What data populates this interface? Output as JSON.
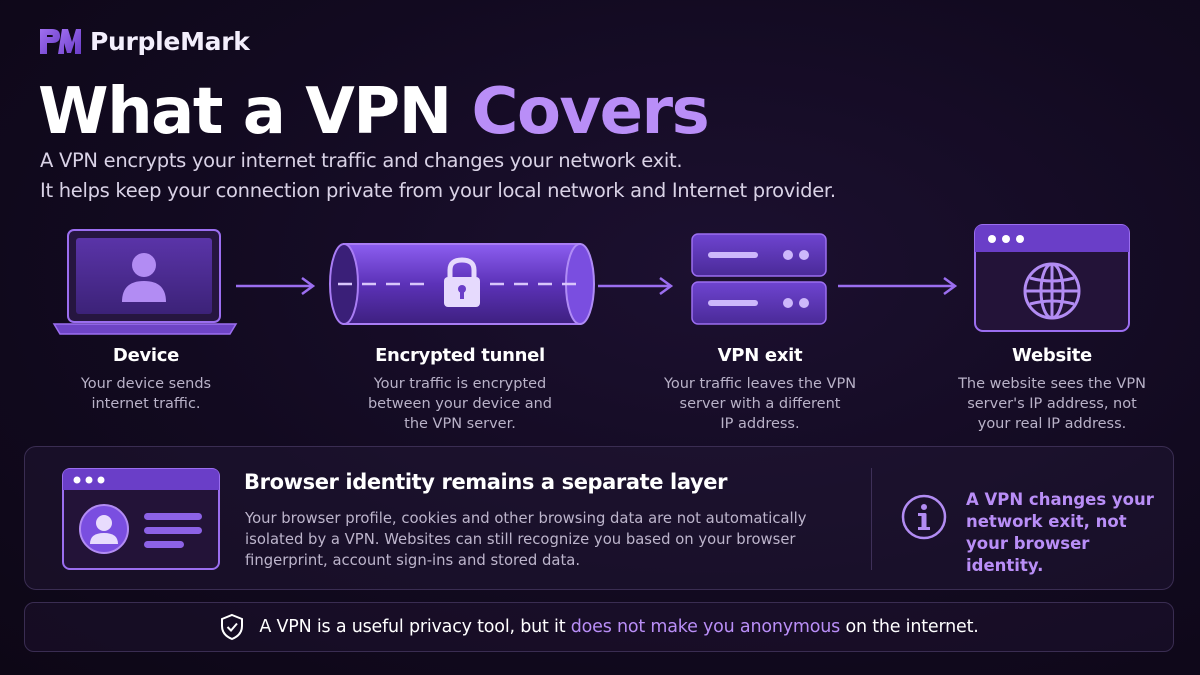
{
  "brand": {
    "name": "PurpleMark",
    "logo_letters": "PM"
  },
  "headline": {
    "part1": "What a VPN ",
    "part2": "Covers"
  },
  "subtitle": {
    "line1": "A VPN encrypts your internet traffic and changes your network exit.",
    "line2": "It helps keep your connection private from your local network and Internet provider."
  },
  "steps": [
    {
      "title": "Device",
      "desc_lines": [
        "Your device sends",
        "internet traffic."
      ],
      "icon": "laptop-user-icon"
    },
    {
      "title": "Encrypted tunnel",
      "desc_lines": [
        "Your traffic is encrypted",
        "between your device and",
        "the VPN server."
      ],
      "icon": "tunnel-lock-icon"
    },
    {
      "title": "VPN exit",
      "desc_lines": [
        "Your traffic leaves the VPN",
        "server with a different",
        "IP address."
      ],
      "icon": "server-icon"
    },
    {
      "title": "Website",
      "desc_lines": [
        "The website sees the VPN",
        "server's IP address, not",
        "your real IP address."
      ],
      "icon": "browser-globe-icon"
    }
  ],
  "panel": {
    "title": "Browser identity remains a separate layer",
    "text": "Your browser profile, cookies and other browsing data are not automatically isolated by a VPN. Websites can still recognize you based on your browser fingerprint, account sign-ins and stored data.",
    "note": "A VPN changes your network exit, not your browser identity.",
    "icon": "browser-profile-icon",
    "note_icon": "info-icon"
  },
  "footer": {
    "text_before": "A VPN is a useful privacy tool, but it ",
    "text_highlight": "does not make you anonymous",
    "text_after": " on the internet.",
    "icon": "shield-check-icon"
  },
  "colors": {
    "accent": "#b98ef7",
    "primary": "#7b4fd6",
    "background": "#120a20"
  }
}
